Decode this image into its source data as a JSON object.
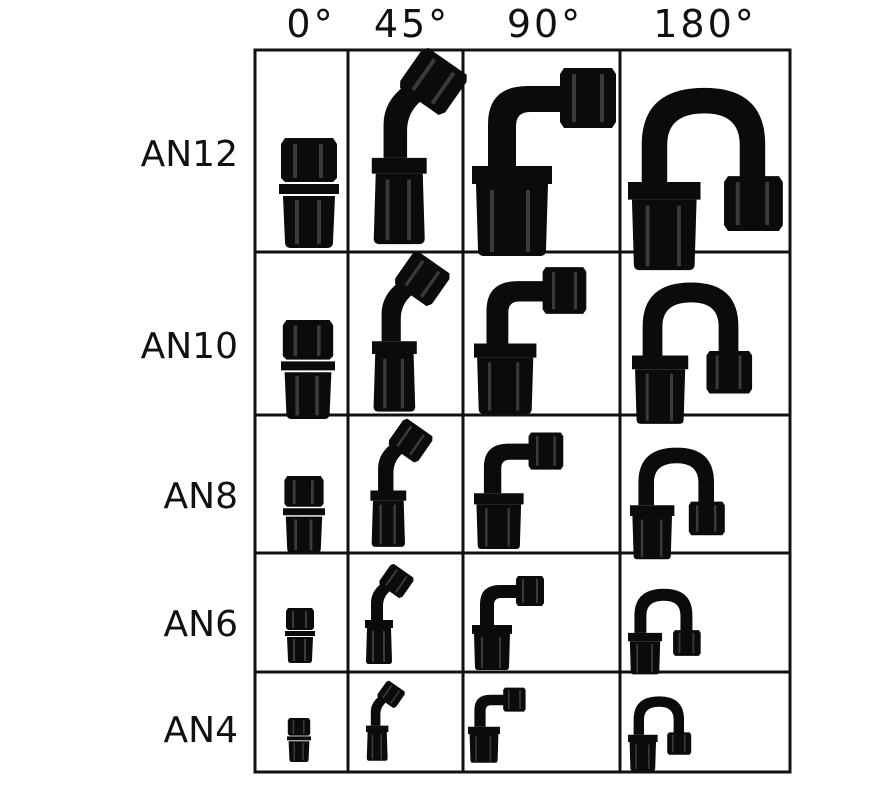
{
  "angles": [
    "0°",
    "45°",
    "90°",
    "180°"
  ],
  "sizes": [
    "AN12",
    "AN10",
    "AN8",
    "AN6",
    "AN4"
  ]
}
